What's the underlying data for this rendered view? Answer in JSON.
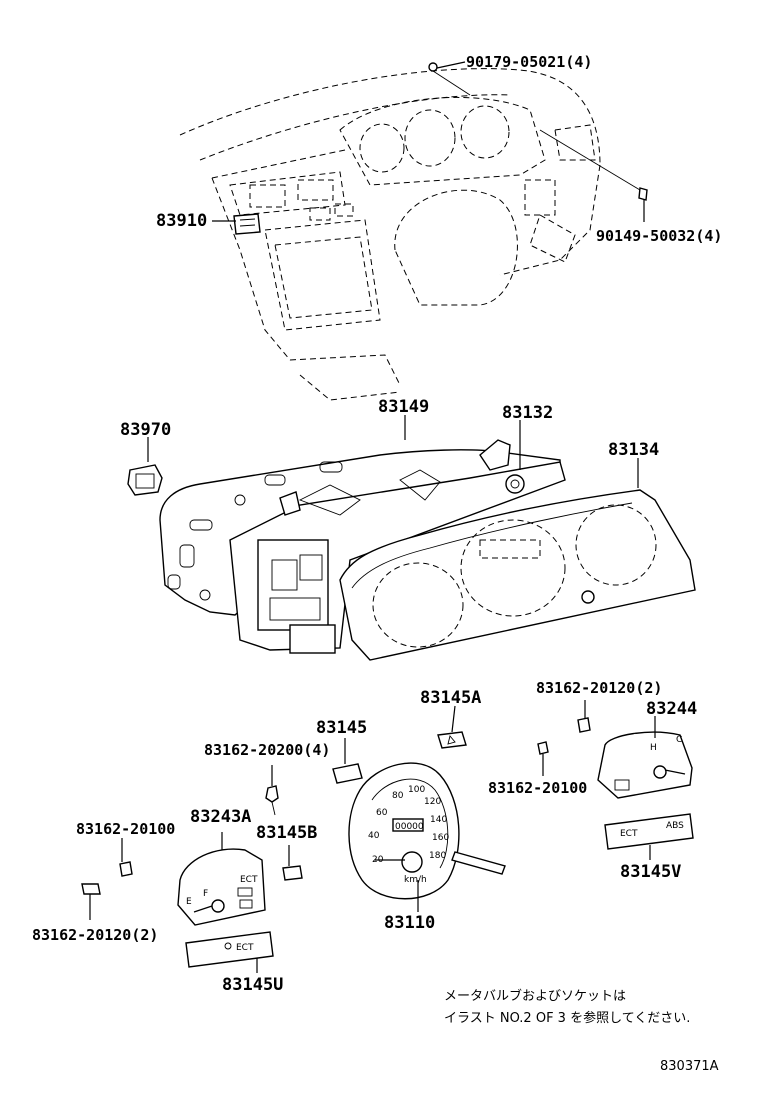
{
  "labels": {
    "p90179": "90179-05021(4)",
    "p83910": "83910",
    "p90149": "90149-50032(4)",
    "p83970": "83970",
    "p83149": "83149",
    "p83132": "83132",
    "p83134": "83134",
    "p83145A": "83145A",
    "p83162_20120_top": "83162-20120(2)",
    "p83244": "83244",
    "p83145": "83145",
    "p83162_20200": "83162-20200(4)",
    "p83162_20100_right": "83162-20100",
    "p83243A": "83243A",
    "p83162_20100_left": "83162-20100",
    "p83145B": "83145B",
    "p83110": "83110",
    "p83145V": "83145V",
    "p83162_20120_left": "83162-20120(2)",
    "p83145U": "83145U"
  },
  "note": {
    "line1": "メータバルブおよびソケットは",
    "line2": "イラスト NO.2 OF 3 を参照してください."
  },
  "figure_id": "830371A",
  "gauge_text": {
    "speedo_nums": [
      "20",
      "40",
      "60",
      "80",
      "100",
      "120",
      "140",
      "160",
      "180"
    ],
    "odo": "00000",
    "unit": "km/h",
    "fuel_f": "F",
    "fuel_e": "E",
    "temp_h": "H",
    "temp_c": "C",
    "ecu": "ECT",
    "abs": "ABS"
  }
}
